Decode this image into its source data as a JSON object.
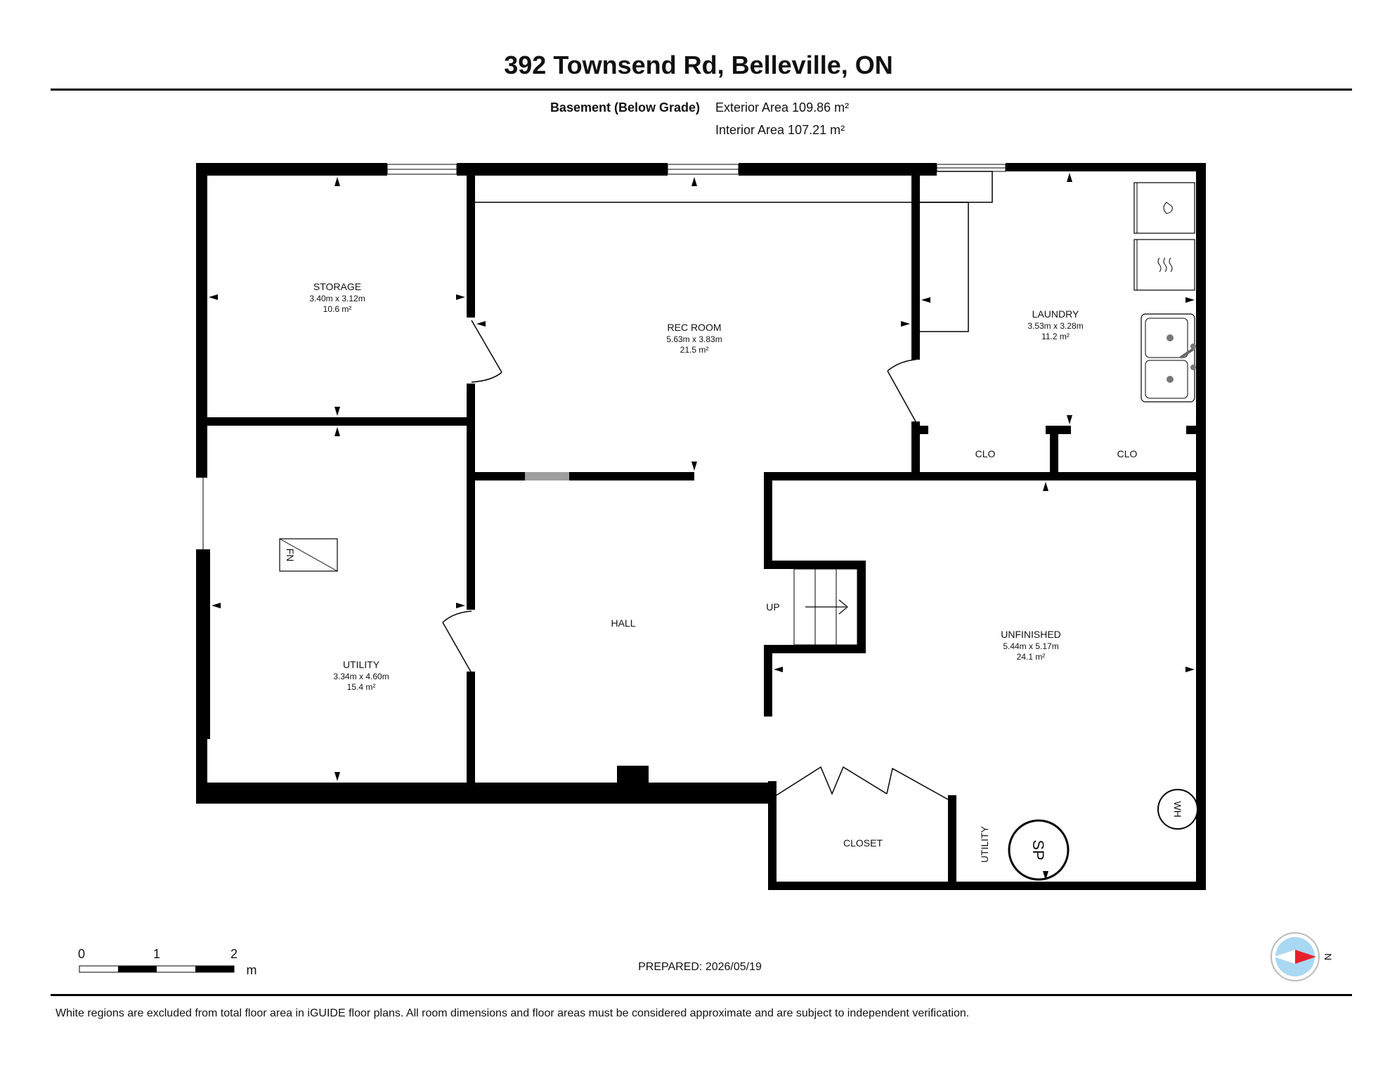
{
  "title": "392 Townsend Rd, Belleville, ON",
  "floor": {
    "name": "Basement (Below Grade)",
    "exterior_area": "Exterior Area 109.86 m²",
    "interior_area": "Interior Area 107.21 m²"
  },
  "rooms": {
    "storage": {
      "name": "STORAGE",
      "dims": "3.40m x 3.12m",
      "area": "10.6 m²"
    },
    "rec_room": {
      "name": "REC ROOM",
      "dims": "5.63m x 3.83m",
      "area": "21.5 m²"
    },
    "laundry": {
      "name": "LAUNDRY",
      "dims": "3.53m x 3.28m",
      "area": "11.2 m²"
    },
    "utility": {
      "name": "UTILITY",
      "dims": "3.34m x 4.60m",
      "area": "15.4 m²"
    },
    "hall": {
      "name": "HALL"
    },
    "unfinished": {
      "name": "UNFINISHED",
      "dims": "5.44m x 5.17m",
      "area": "24.1 m²"
    },
    "clo_1": {
      "name": "CLO"
    },
    "clo_2": {
      "name": "CLO"
    },
    "closet": {
      "name": "CLOSET"
    },
    "utility_small": {
      "name": "UTILITY"
    }
  },
  "fixtures": {
    "furnace": "FN",
    "stairs": "UP",
    "sump_pump": "SP",
    "water_heater": "WH"
  },
  "scale_bar": {
    "labels": [
      "0",
      "1",
      "2"
    ],
    "unit": "m"
  },
  "prepared": "PREPARED: 2026/05/19",
  "compass": {
    "label": "N",
    "arrow_color": "#e8202a",
    "dial_color": "#a9d8f2"
  },
  "disclaimer": "White regions are excluded from total floor area in iGUIDE floor plans. All room dimensions and floor areas must be considered approximate and are subject to independent verification."
}
